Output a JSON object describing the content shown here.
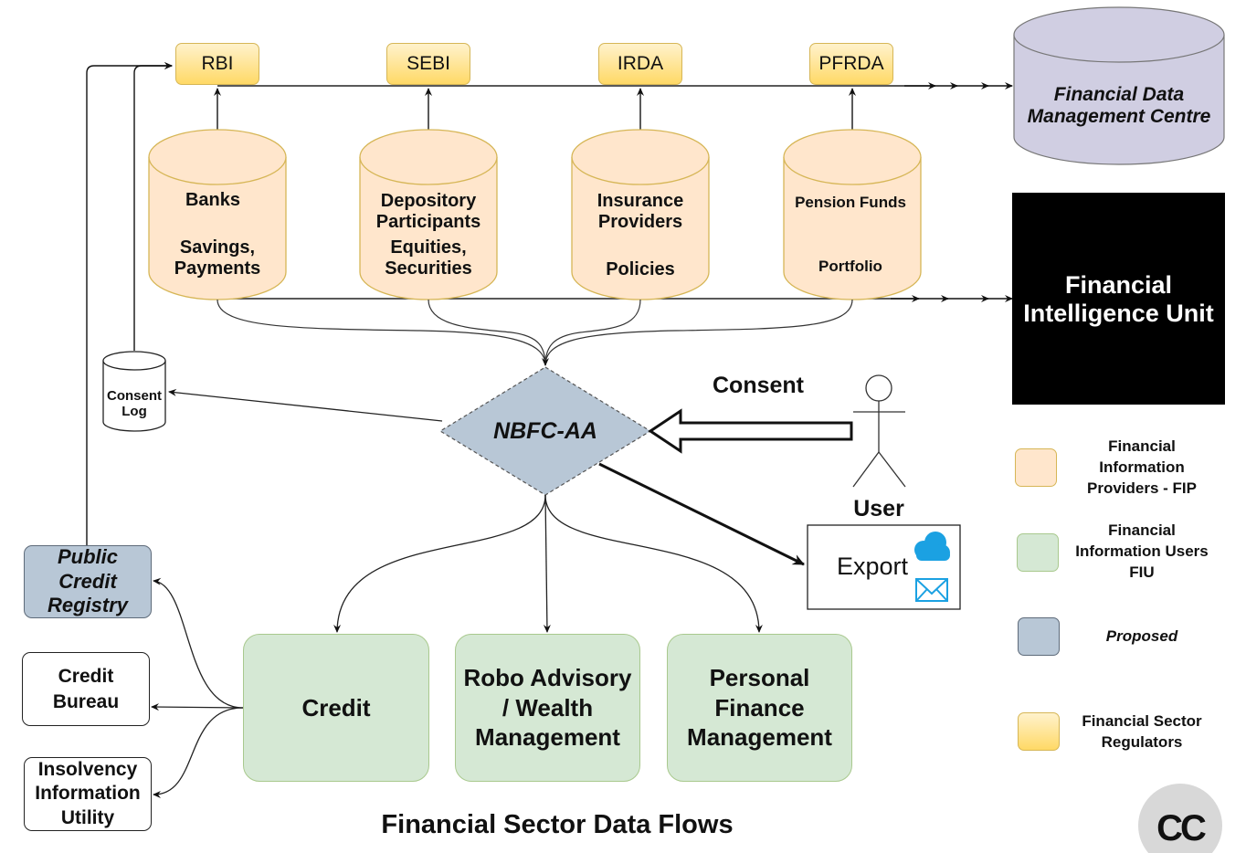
{
  "title": "Financial Sector Data Flows",
  "regulators": [
    {
      "id": "rbi",
      "label": "RBI"
    },
    {
      "id": "sebi",
      "label": "SEBI"
    },
    {
      "id": "irda",
      "label": "IRDA"
    },
    {
      "id": "pfrda",
      "label": "PFRDA"
    }
  ],
  "providers": [
    {
      "id": "banks",
      "line1": "Banks",
      "line2": "Savings,\nPayments"
    },
    {
      "id": "depository",
      "line1": "Depository\nParticipants",
      "line2": "Equities,\nSecurities"
    },
    {
      "id": "insurance",
      "line1": "Insurance\nProviders",
      "line2": "Policies"
    },
    {
      "id": "pension",
      "line1": "Pension Funds",
      "line2": "Portfolio"
    }
  ],
  "fdmc": {
    "label": "Financial Data\nManagement Centre"
  },
  "fiu_unit": {
    "label": "Financial\nIntelligence Unit"
  },
  "aggregator": {
    "label": "NBFC-AA"
  },
  "consent_log": {
    "label": "Consent\nLog"
  },
  "consent": {
    "label": "Consent"
  },
  "user": {
    "label": "User"
  },
  "export": {
    "label": "Export",
    "icons": [
      "cloud-icon",
      "mail-icon"
    ]
  },
  "public_credit_registry": {
    "label": "Public\nCredit\nRegistry"
  },
  "credit_bureau": {
    "label": "Credit\nBureau"
  },
  "insolvency": {
    "label": "Insolvency\nInformation\nUtility"
  },
  "users": [
    {
      "id": "credit",
      "label": "Credit"
    },
    {
      "id": "robo",
      "label": "Robo Advisory\n/ Wealth\nManagement"
    },
    {
      "id": "pfm",
      "label": "Personal\nFinance\nManagement"
    }
  ],
  "legend": [
    {
      "label": "Financial\nInformation\nProviders - FIP",
      "color": "#ffe6cc",
      "border": "#d6b656"
    },
    {
      "label": "Financial\nInformation Users\nFIU",
      "color": "#d5e8d4",
      "border": "#a9c98e"
    },
    {
      "label": "Proposed",
      "color": "#b8c7d6",
      "border": "#5e6b7a",
      "italic": true
    },
    {
      "label": "Financial Sector\nRegulators",
      "color": "#ffd966",
      "border": "#d6b656"
    }
  ],
  "badge": {
    "label": "CC"
  },
  "colors": {
    "provider": "#ffe6cc",
    "provider_border": "#d6b656",
    "user": "#d5e8d4",
    "proposed": "#b8c7d6",
    "fdmc": "#d0cee2",
    "fiu_unit": "#000000",
    "cloud": "#1ba1e2"
  }
}
